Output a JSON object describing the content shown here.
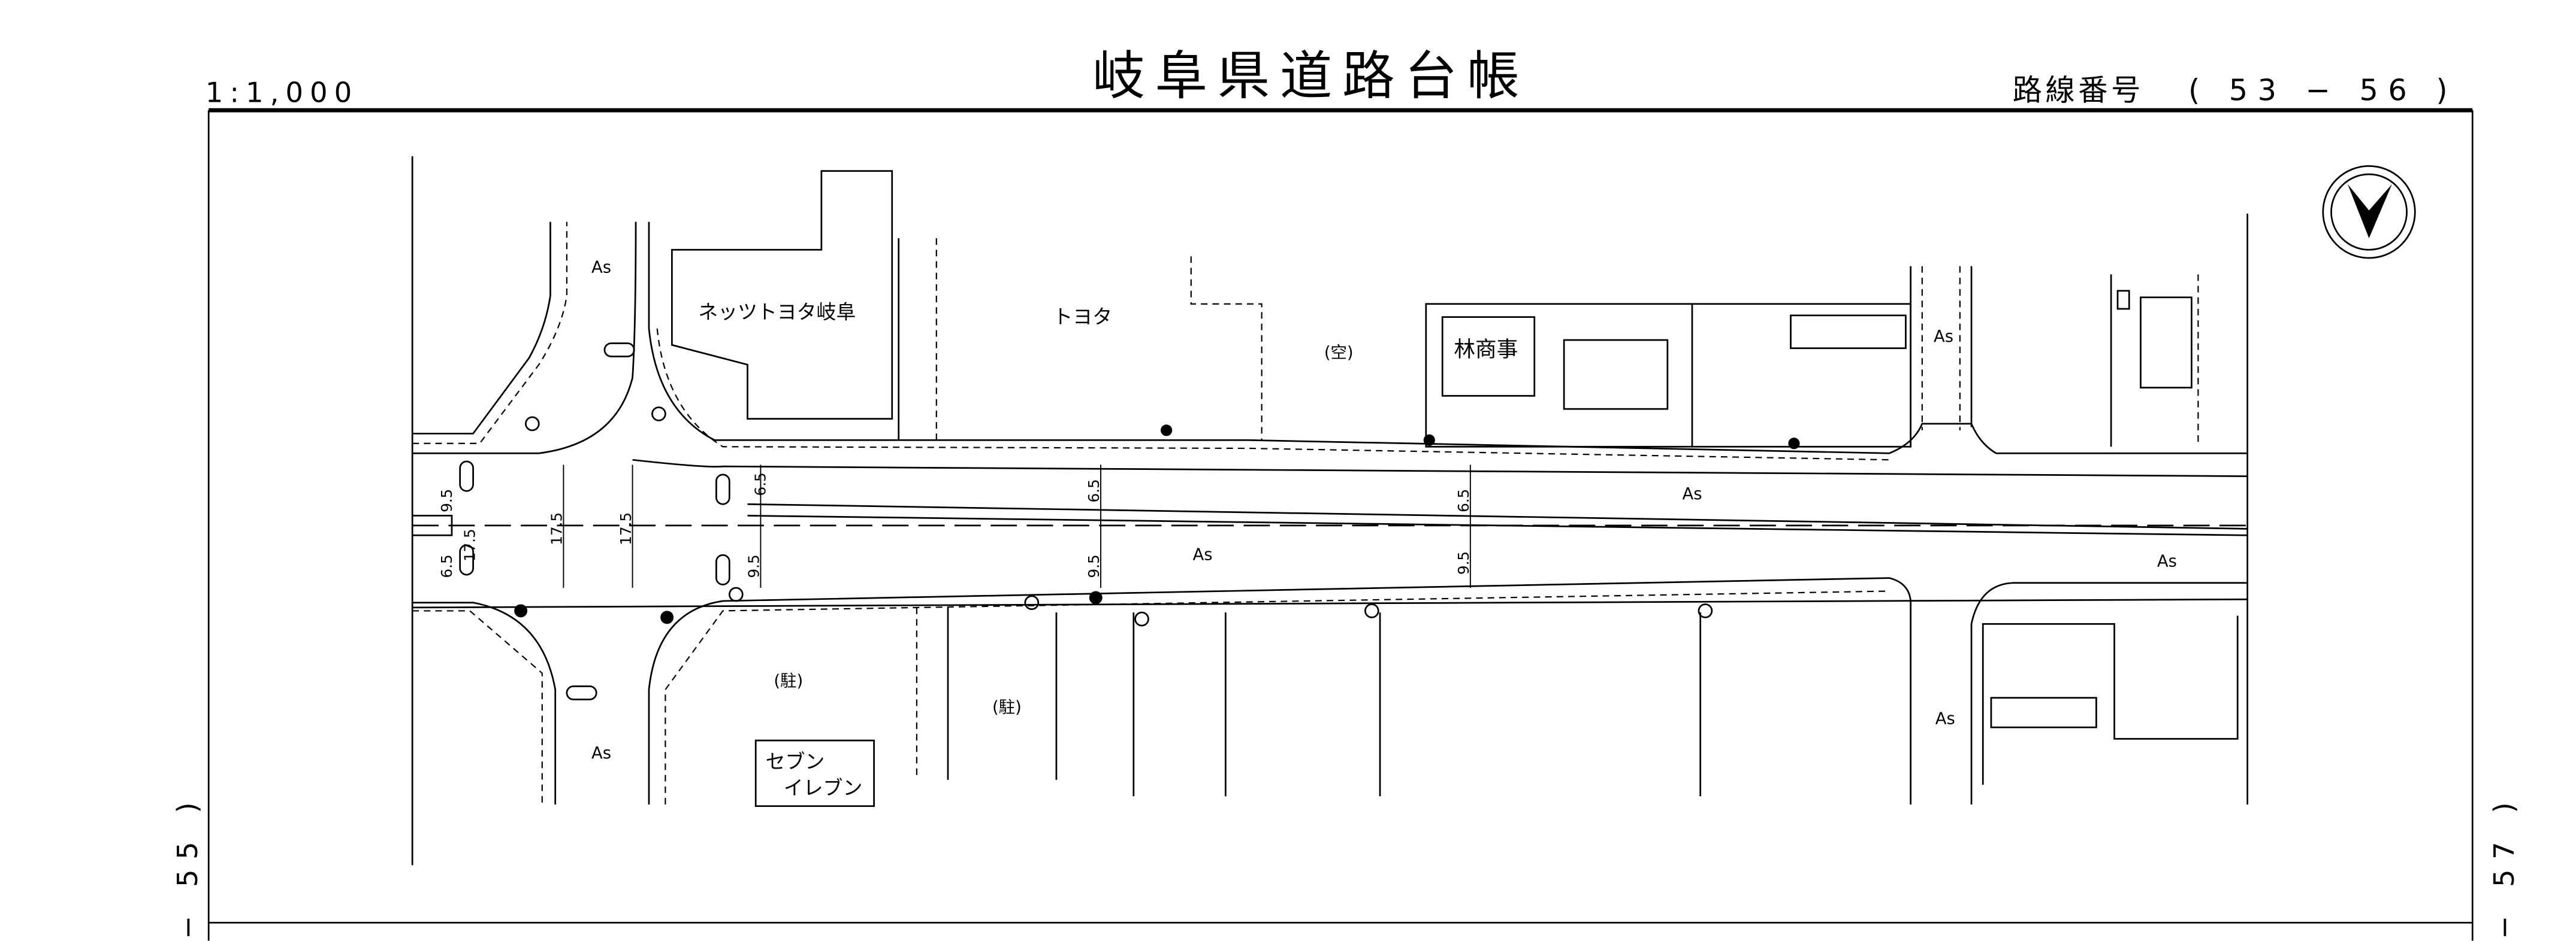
{
  "header": {
    "title": "岐阜県道路台帳",
    "scale": "1:1,000",
    "route_label": "路線番号",
    "route_number": "( 53 − 56 )"
  },
  "sheet_refs": {
    "left": "− 55 )",
    "right": "− 57 )"
  },
  "north_arrow": "north-arrow-icon",
  "labels": {
    "as_nw": "As",
    "as_sw": "As",
    "as_ne": "As",
    "as_se": "As",
    "as_road_1": "As",
    "as_road_2": "As",
    "as_road_3": "As",
    "netz_toyota": "ネッツトヨタ岐阜",
    "toyota": "トヨタ",
    "vacant": "(空)",
    "hayashi": "林商事",
    "parking_1": "(駐)",
    "parking_2": "(駐)",
    "seven_1": "セブン",
    "seven_2": "イレブン"
  },
  "dimensions": {
    "d1": "9.5",
    "d2": "6.5",
    "d3": "17.5",
    "d4": "17.5",
    "d5": "17.5",
    "d6": "6.5",
    "d7": "9.5",
    "d8": "6.5",
    "d9": "9.5",
    "d10": "6.5",
    "d11": "9.5"
  }
}
